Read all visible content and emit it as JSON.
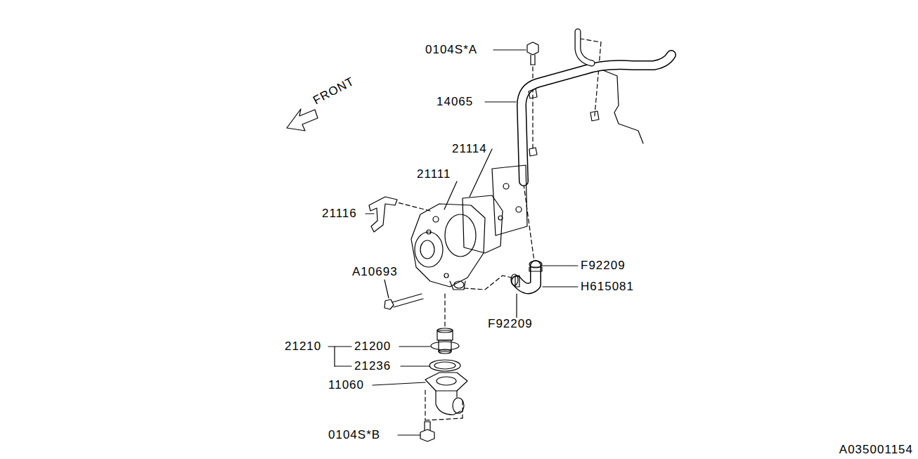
{
  "diagram": {
    "labels": [
      "0104S*A",
      "14065",
      "FRONT",
      "21114",
      "21111",
      "21116",
      "A10693",
      "F92209",
      "H615081",
      "F92209",
      "21210",
      "21200",
      "21236",
      "11060",
      "0104S*B",
      "A035001154"
    ]
  }
}
